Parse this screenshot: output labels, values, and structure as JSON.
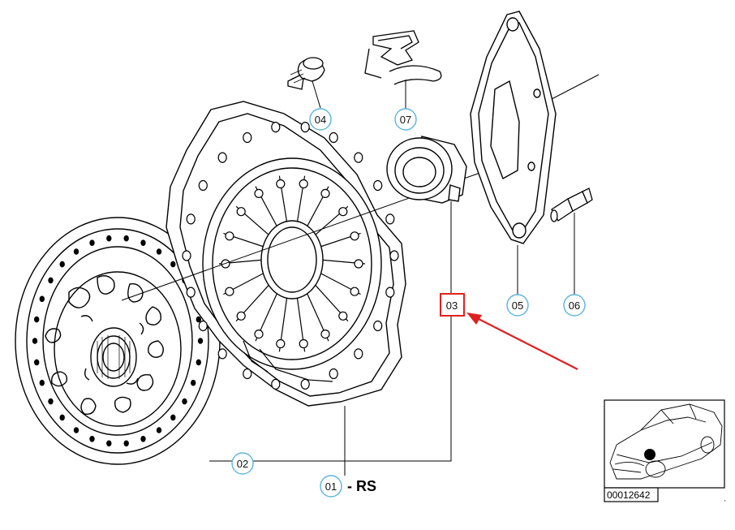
{
  "callouts": {
    "p01": "01",
    "p02": "02",
    "p03": "03",
    "p04": "04",
    "p05": "05",
    "p06": "06",
    "p07": "07"
  },
  "suffix": "- RS",
  "image_number": "00012642",
  "colors": {
    "callout_ring": "#5ab4dc",
    "highlight": "#e02020",
    "line": "#000000"
  }
}
